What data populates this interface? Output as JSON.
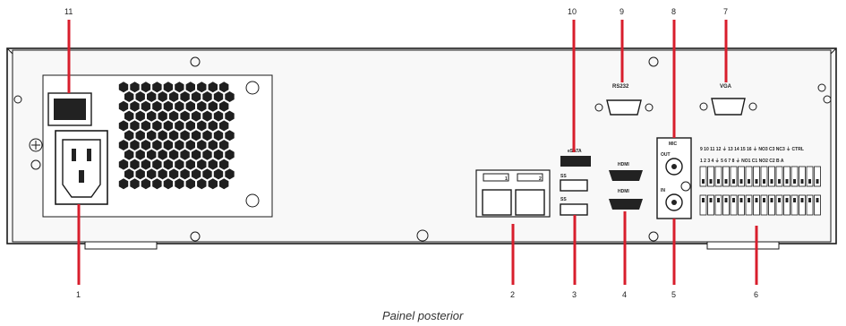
{
  "caption": "Painel posterior",
  "callouts": {
    "c1": "1",
    "c2": "2",
    "c3": "3",
    "c4": "4",
    "c5": "5",
    "c6": "6",
    "c7": "7",
    "c8": "8",
    "c9": "9",
    "c10": "10",
    "c11": "11"
  },
  "port_labels": {
    "rs232": "RS232",
    "vga": "VGA",
    "esata": "eSATA",
    "mic": "MIC",
    "hdmi": "HDMI",
    "usb": "SS",
    "mic_out": "OUT",
    "mic_in": "IN",
    "lan1": "1",
    "lan2": "2"
  },
  "alarm_labels": {
    "top": "9 10 11 12 ⏚ 13 14 15 16 ⏚ NO3 C3 NC3 ⏚ CTRL",
    "bottom": "1 2 3 4 ⏚ 5 6 7 8 ⏚ NO1 C1 NO2 C2 B A"
  },
  "colors": {
    "callout_line": "#d81e2c",
    "panel_stroke": "#1a1a1a"
  }
}
